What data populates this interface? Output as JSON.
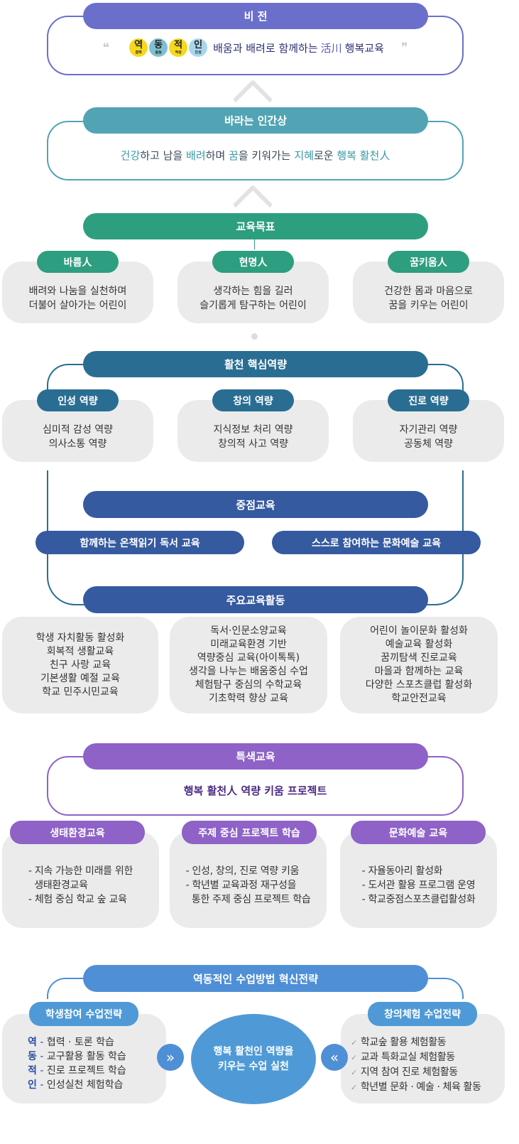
{
  "vision": {
    "title": "비 전",
    "badges": [
      {
        "char": "역",
        "sub": "협력",
        "color": "#f5d820"
      },
      {
        "char": "동",
        "sub": "활동",
        "color": "#7fbfd0"
      },
      {
        "char": "적",
        "sub": "적성",
        "color": "#f5d820"
      },
      {
        "char": "인",
        "sub": "인성",
        "color": "#a9d6ec"
      }
    ],
    "text": "배움과 배려로 함께하는",
    "hanja": "活川",
    "text2": "행복교육",
    "open_quote": "❝",
    "close_quote": "❞"
  },
  "human": {
    "title": "바라는 인간상",
    "parts": [
      "건강",
      "하고 남을 ",
      "배려",
      "하며 ",
      "꿈",
      "을 키워가는 ",
      "지혜",
      "로운 ",
      "행복 활천人"
    ]
  },
  "goals": {
    "title": "교육목표",
    "items": [
      {
        "badge": "바름人",
        "lines": [
          "배려와 나눔을 실천하며",
          "더불어 살아가는 어린이"
        ]
      },
      {
        "badge": "현명人",
        "lines": [
          "생각하는 힘을 길러",
          "슬기롭게 탐구하는 어린이"
        ]
      },
      {
        "badge": "꿈키움人",
        "lines": [
          "건강한 몸과 마음으로",
          "꿈을 키우는 어린이"
        ]
      }
    ]
  },
  "core": {
    "title": "활천 핵심역량",
    "items": [
      {
        "badge": "인성 역량",
        "lines": [
          "심미적 감성 역량",
          "의사소통 역량"
        ]
      },
      {
        "badge": "창의 역량",
        "lines": [
          "지식정보 처리 역량",
          "창의적 사고 역량"
        ]
      },
      {
        "badge": "진로 역량",
        "lines": [
          "자기관리 역량",
          "공동체 역량"
        ]
      }
    ]
  },
  "focus": {
    "title": "중점교육",
    "items": [
      "함께하는 온책읽기 독서 교육",
      "스스로 참여하는 문화예술 교육"
    ]
  },
  "activities": {
    "title": "주요교육활동",
    "cols": [
      [
        "학생 자치활동 활성화",
        "회복적 생활교육",
        "친구 사랑 교육",
        "기본생활 예절 교육",
        "학교 민주시민교육"
      ],
      [
        "독서·인문소양교육",
        "미래교육환경 기반",
        "역량중심 교육(아이톡톡)",
        "생각을 나누는 배움중심 수업",
        "체험탐구 중심의 수학교육",
        "기초학력 향상 교육"
      ],
      [
        "어린이 놀이문화 활성화",
        "예술교육 활성화",
        "꿈끼탐색 진로교육",
        "마을과 함께하는 교육",
        "다양한 스포츠클럽 활성화",
        "학교안전교육"
      ]
    ]
  },
  "special": {
    "title": "특색교육",
    "text": "행복 활천人 역량 키움 프로젝트",
    "items": [
      {
        "badge": "생태환경교육",
        "lines": [
          "- 지속 가능한 미래를 위한",
          "  생태환경교육",
          "- 체험 중심 학교 숲 교육"
        ]
      },
      {
        "badge": "주제 중심 프로젝트 학습",
        "lines": [
          "- 인성, 창의, 진로 역량 키움",
          "- 학년별 교육과정 재구성을",
          "  통한 주제 중심 프로젝트 학습"
        ]
      },
      {
        "badge": "문화예술 교육",
        "lines": [
          "- 자율동아리 활성화",
          "- 도서관 활용 프로그램 운영",
          "- 학교중점스포츠클럽활성화"
        ]
      }
    ]
  },
  "strategy": {
    "title": "역동적인 수업방법 혁신전략",
    "left": {
      "badge": "학생참여 수업전략",
      "items": [
        {
          "k": "역",
          "v": "협력 · 토론 학습"
        },
        {
          "k": "동",
          "v": "교구활용 활동 학습"
        },
        {
          "k": "적",
          "v": "진로 프로젝트 학습"
        },
        {
          "k": "인",
          "v": "인성실천 체험학습"
        }
      ]
    },
    "center": [
      "행복 활천인 역량을",
      "키우는 수업 실천"
    ],
    "right": {
      "badge": "창의체험 수업전략",
      "items": [
        "학교숲 활용 체험활동",
        "교과 특화교실 체험활동",
        "지역 참여 진로 체험활동",
        "학년별 문화 · 예술 · 체육 활동"
      ]
    },
    "arrow_left": "»",
    "arrow_right": "«",
    "check": "✓"
  }
}
